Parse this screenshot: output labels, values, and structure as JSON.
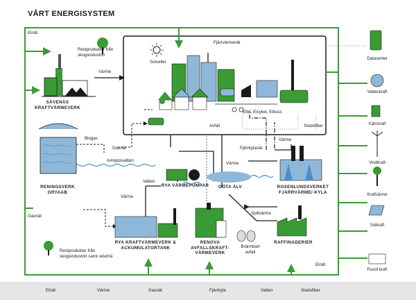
{
  "title": "VÅRT ENERGISYSTEM",
  "labels": {
    "elnat_top": "Elnät",
    "elnat_bottom": "Elnät",
    "fjarrvarmenat": "Fjärrvärmenät",
    "restprodukter_top": "Restprodukter från skogsindustrin",
    "varme_savenas": "Värme",
    "solceller": "Solceller",
    "elbil": "Elbil, Elcykel, Elbuss",
    "stadsfiber": "Stadsfiber",
    "avfall": "Avfall",
    "biogas": "Biogas",
    "gasnat_mid": "Gasnät",
    "avloppsvatten": "Avloppsvatten",
    "fjarrkylanat": "Fjärrkylanät",
    "varme_rosen": "Värme",
    "varme_mid": "Värme",
    "vatten": "Vatten",
    "varme_low": "Värme",
    "spillvarme": "Spillvärme",
    "gasnat_low": "Gasnät",
    "restprodukter_bottom": "Restprodukter från skogsindustrin samt returträ",
    "brannbart": "Brännbart avfall"
  },
  "buildings": {
    "savenas": "SÄVENÄS KRAFTVÄRMEVERK",
    "reningsverk": "RENINGSVERK GRYAAB",
    "rya_pumpar": "RYA VÄRMEPUMPAR",
    "gota_alv": "GÖTA ÄLV",
    "rosenlund": "ROSENLUNDSVERKET FJÄRRVÄRME/-KYLA",
    "rya_kraft": "RYA KRAFTVÄRMEVERK & ACKUMULATORTANK",
    "renova": "RENOVA AVFALLSKRAFT-VÄRMEVERK",
    "raffinaderier": "RAFFINADERIER"
  },
  "sources": [
    {
      "key": "datacenter",
      "label": "Datacenter"
    },
    {
      "key": "vattenkraft",
      "label": "Vattenkraft"
    },
    {
      "key": "karnkraft",
      "label": "Kärnkraft"
    },
    {
      "key": "vindkraft",
      "label": "Vindkraft"
    },
    {
      "key": "kraftvarme",
      "label": "Kraftvärme"
    },
    {
      "key": "solkraft",
      "label": "Solkraft"
    },
    {
      "key": "fossil",
      "label": "Fossil kraft"
    }
  ],
  "legend": [
    {
      "key": "elnat",
      "label": "Elnät"
    },
    {
      "key": "varme",
      "label": "Värme"
    },
    {
      "key": "gasnat",
      "label": "Gasnät"
    },
    {
      "key": "fjarrkyla",
      "label": "Fjärrkyla"
    },
    {
      "key": "vatten",
      "label": "Vatten"
    },
    {
      "key": "stadsfiber",
      "label": "Stadsfiber"
    }
  ],
  "colors": {
    "elnat": "#3a9b35",
    "varme": "#1a1a1a",
    "vatten": "#4a8ec9",
    "building_blue": "#8fb8d8",
    "building_green": "#3a9b35",
    "stadsfiber": "#888888"
  }
}
